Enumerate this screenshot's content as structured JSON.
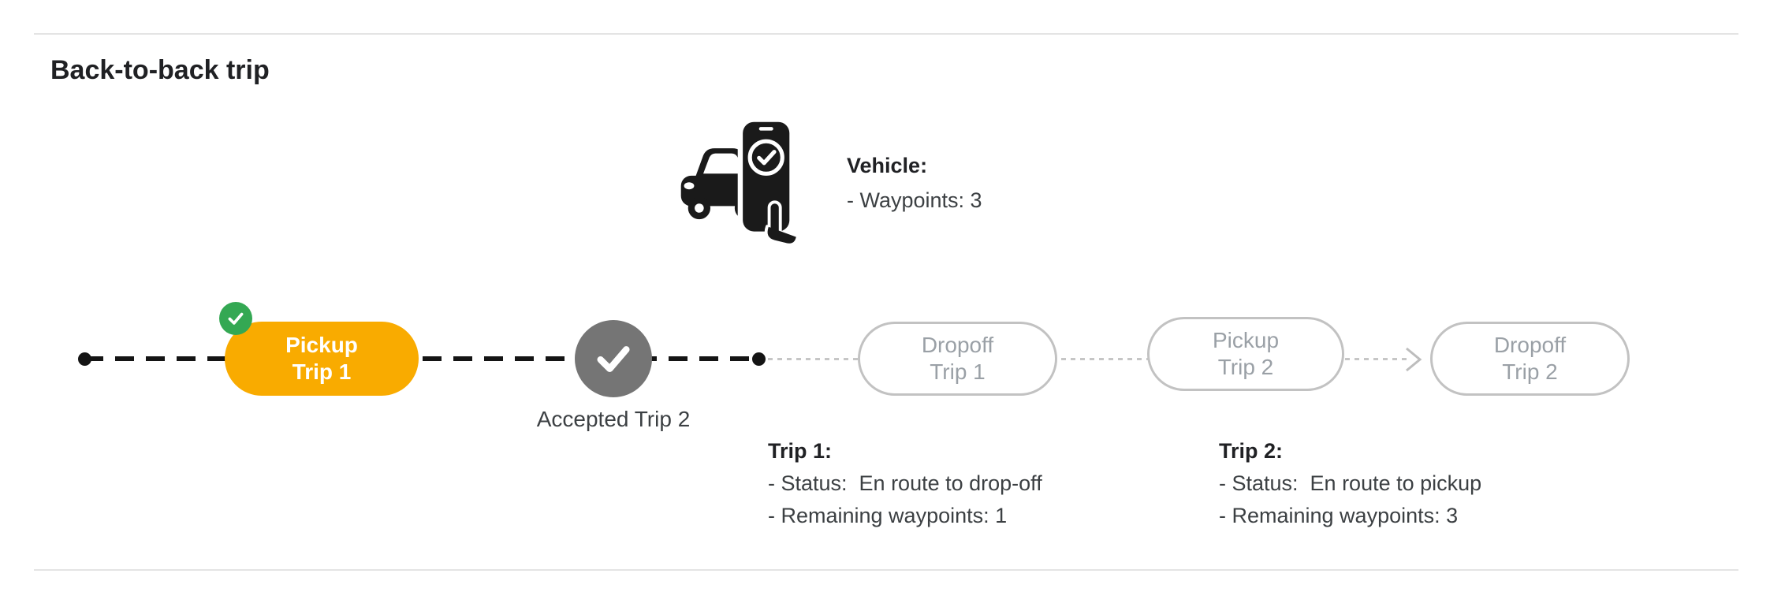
{
  "page": {
    "title": "Back-to-back trip"
  },
  "vehicle_info": {
    "title": "Vehicle:",
    "waypoints_line": "- Waypoints: 3"
  },
  "timeline": {
    "pickup_trip1": {
      "line1": "Pickup",
      "line2": "Trip 1"
    },
    "accepted_label": "Accepted Trip 2",
    "dropoff_trip1": {
      "line1": "Dropoff",
      "line2": "Trip 1"
    },
    "pickup_trip2": {
      "line1": "Pickup",
      "line2": "Trip 2"
    },
    "dropoff_trip2": {
      "line1": "Dropoff",
      "line2": "Trip 2"
    }
  },
  "trip1_info": {
    "title": "Trip 1:",
    "status_line": "- Status:  En route to drop-off",
    "waypoints_line": "- Remaining waypoints: 1"
  },
  "trip2_info": {
    "title": "Trip 2:",
    "status_line": "- Status:  En route to pickup",
    "waypoints_line": "- Remaining waypoints: 3"
  },
  "colors": {
    "accent_orange": "#F9AB00",
    "check_green": "#34A853",
    "accepted_gray": "#757575",
    "pill_border_gray": "#C2C2C2",
    "pill_text_gray": "#9AA0A6",
    "line_black": "#141414",
    "dotted_gray": "#C6C6C6"
  },
  "icons": {
    "vehicle": "vehicle-phone-check-icon",
    "badge": "check-icon",
    "accepted": "check-icon",
    "arrow": "arrowhead-icon"
  }
}
